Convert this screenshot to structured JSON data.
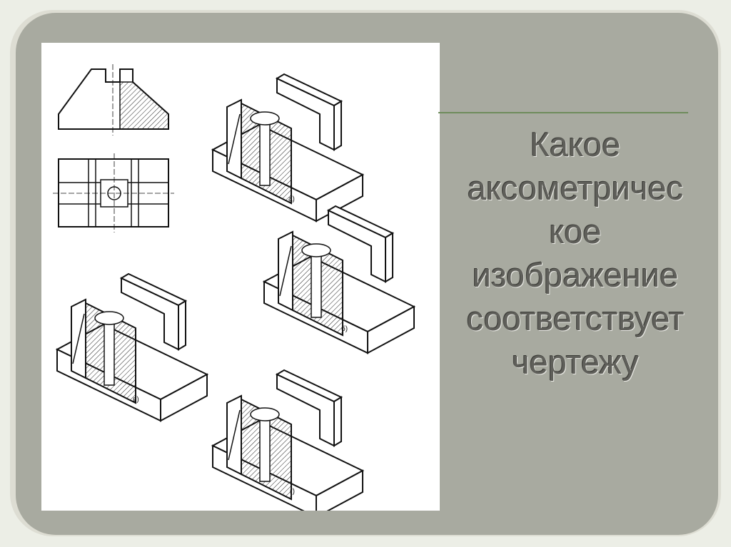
{
  "question_lines": [
    "Какое",
    "аксометричес",
    "кое",
    "изображение",
    "соответствует",
    "чертежу"
  ],
  "variants": [
    {
      "id": "a",
      "label": "а)"
    },
    {
      "id": "b",
      "label": "б)"
    },
    {
      "id": "v",
      "label": "в)"
    },
    {
      "id": "g",
      "label": "г)"
    }
  ],
  "colors": {
    "slide_background": "#a8aaa0",
    "frame": "#ddddd3",
    "accent_line": "#6e8c5c",
    "title_text": "#5f5f5a"
  }
}
